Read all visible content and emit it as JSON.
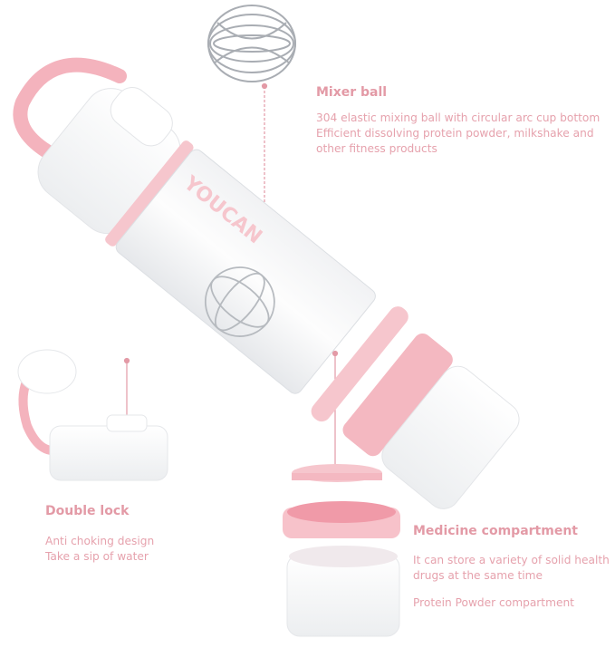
{
  "colors": {
    "accent": "#e39aa6",
    "pink_part": "#f6c6cd",
    "white_part": "#ffffff"
  },
  "brand_on_bottle": "YOUCAN",
  "mixer_ball": {
    "title": "Mixer ball",
    "lines": [
      "304 elastic mixing ball with circular arc cup bottom",
      "Efficient dissolving protein powder, milkshake and",
      "other fitness products"
    ]
  },
  "double_lock": {
    "title": "Double lock",
    "lines": [
      "Anti choking design",
      "Take a sip of water"
    ]
  },
  "medicine_compartment": {
    "title": "Medicine compartment",
    "lines": [
      "It can store a variety of solid health",
      "drugs at the same time"
    ],
    "extra": "Protein Powder compartment"
  }
}
